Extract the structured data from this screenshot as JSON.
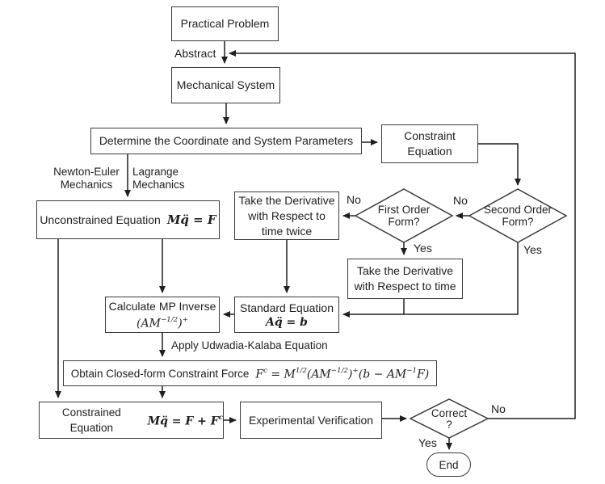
{
  "colors": {
    "background": "#ffffff",
    "line": "#1f1f1f",
    "box_border": "#3c3c3c",
    "text": "#1f1f1f"
  },
  "nodes": {
    "practical": {
      "label": "Practical Problem"
    },
    "mechanical": {
      "label": "Mechanical System"
    },
    "determine": {
      "label": "Determine the Coordinate and System Parameters"
    },
    "constraint": {
      "line1": "Constraint",
      "line2": "Equation"
    },
    "deriv_twice": {
      "line1": "Take the Derivative",
      "line2": "with Respect to",
      "line3": "time twice"
    },
    "deriv_once": {
      "line1": "Take the Derivative",
      "line2": "with Respect to time"
    },
    "unconstrained": {
      "label": "Unconstrained Equation",
      "formula": "Mq̈ = F"
    },
    "calc_mp": {
      "label": "Calculate MP Inverse",
      "formula": {
        "p1": "(AM",
        "s1": "−1/2",
        "p2": ")",
        "s2": "+"
      }
    },
    "standard": {
      "label": "Standard Equation",
      "formula": "Aq̈ = b"
    },
    "obtain": {
      "label": "Obtain Closed-form Constraint Force",
      "formula": {
        "p1": "F",
        "s1": "c",
        "p2": " = M",
        "s2": "1/2",
        "p3": "(AM",
        "s3": "−1/2",
        "p4": ")",
        "s4": "+",
        "p5": "(b − AM",
        "s5": "−1",
        "p6": "F)"
      }
    },
    "constrained": {
      "label": "Constrained Equation",
      "formula": {
        "p1": "Mq̈ = F + F",
        "s1": "c"
      }
    },
    "experimental": {
      "label": "Experimental Verification"
    },
    "first_order": {
      "line1": "First Order",
      "line2": "Form?"
    },
    "second_order": {
      "line1": "Second Order",
      "line2": "Form?"
    },
    "correct": {
      "line1": "Correct",
      "line2": "?"
    },
    "end": {
      "label": "End"
    }
  },
  "edge_labels": {
    "abstract": "Abstract",
    "newton_euler": {
      "line1": "Newton-Euler",
      "line2": "Mechanics"
    },
    "lagrange": {
      "line1": "Lagrange",
      "line2": "Mechanics"
    },
    "apply_uk": "Apply Udwadia-Kalaba Equation",
    "no_first": "No",
    "no_second": "No",
    "no_correct": "No",
    "yes_first": "Yes",
    "yes_second": "Yes",
    "yes_correct": "Yes"
  }
}
